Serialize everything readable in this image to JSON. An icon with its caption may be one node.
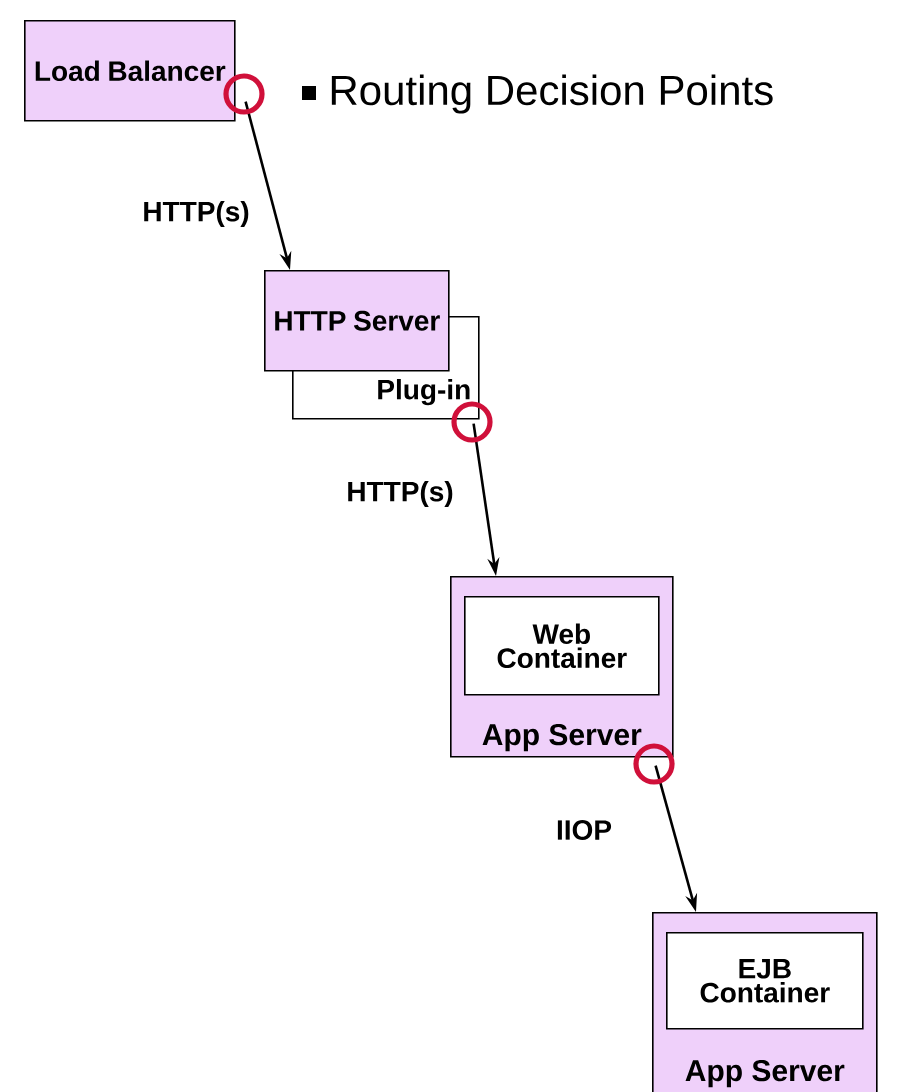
{
  "diagram": {
    "nodes": [
      {
        "text": [
          "Load Balancer"
        ]
      },
      {
        "text": [
          "HTTP Server"
        ]
      },
      {
        "text": [
          "Plug-in"
        ]
      },
      {
        "text": [
          "App Server"
        ]
      },
      {
        "text": [
          "Web Container"
        ],
        "in": 3
      },
      {
        "text": [
          "App Server"
        ]
      },
      {
        "text": [
          "EJB Container"
        ],
        "in": 5
      }
    ],
    "edges": [
      {
        "from": 0,
        "to": 1,
        "arrow": "to",
        "label": "HTTP(s)"
      },
      {
        "from": 2,
        "to": 3,
        "arrow": "to",
        "label": "HTTP(s)"
      },
      {
        "from": 3,
        "to": 5,
        "arrow": "to",
        "label": "IIOP"
      }
    ],
    "labels": [
      "Routing Decision Points"
    ]
  }
}
